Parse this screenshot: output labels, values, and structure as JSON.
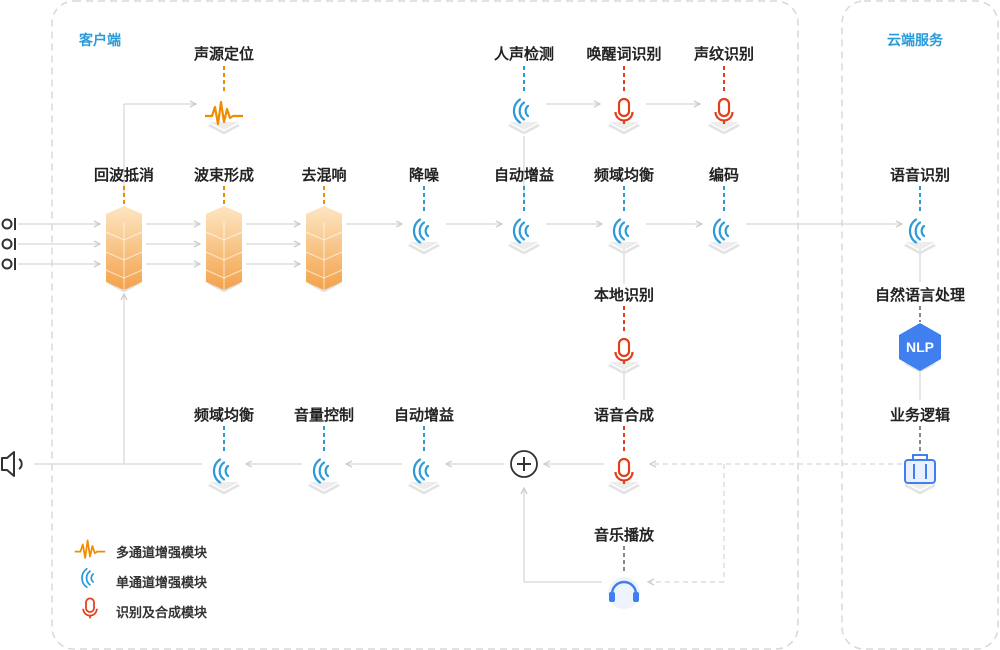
{
  "panels": {
    "client": "客户端",
    "cloud": "云端服务"
  },
  "labels": {
    "echo_cancel": "回波抵消",
    "source_locate": "声源定位",
    "beamforming": "波束形成",
    "dereverb": "去混响",
    "denoise": "降噪",
    "voice_detect": "人声检测",
    "agc_top": "自动增益",
    "wakeword": "唤醒词识别",
    "voiceprint": "声纹识别",
    "eq_top": "频域均衡",
    "encode": "编码",
    "local_asr": "本地识别",
    "tts": "语音合成",
    "music": "音乐播放",
    "asr": "语音识别",
    "nlp_label": "自然语言处理",
    "biz_logic": "业务逻辑",
    "agc_bottom": "自动增益",
    "volume": "音量控制",
    "eq_bottom": "频域均衡"
  },
  "nlp_badge": "NLP",
  "legend": [
    {
      "icon": "multi-channel-wave-icon",
      "text": "多通道增强模块"
    },
    {
      "icon": "single-channel-wave-icon",
      "text": "单通道增强模块"
    },
    {
      "icon": "microphone-icon",
      "text": "识别及合成模块"
    }
  ],
  "colors": {
    "orange": "#f08c00",
    "blue": "#2a9bd8",
    "red": "#e0401c",
    "line": "#d8d8d8",
    "panel_border": "#d8d8d8",
    "nlp_fill": "#3f7ff0",
    "text": "#222222"
  },
  "icons": {
    "mic_array": "mic-array-icon",
    "speaker": "speaker-icon",
    "plus": "plus-circle-icon",
    "headphones": "headphones-icon",
    "briefcase": "briefcase-icon",
    "hexagon": "hexagon-icon"
  }
}
